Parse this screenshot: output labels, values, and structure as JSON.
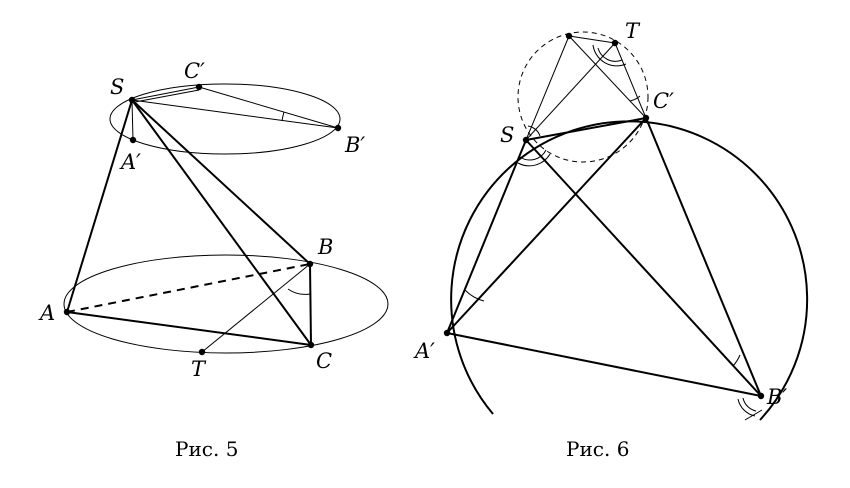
{
  "figure5": {
    "caption": "Рис. 5",
    "labels": {
      "S": "S",
      "C1": "C′",
      "A1": "A′",
      "B1": "B′",
      "A": "A",
      "B": "B",
      "C": "C",
      "T": "T"
    }
  },
  "figure6": {
    "caption": "Рис. 6",
    "labels": {
      "S": "S",
      "C1": "C′",
      "A1": "A′",
      "B1": "B′",
      "T": "T"
    }
  }
}
